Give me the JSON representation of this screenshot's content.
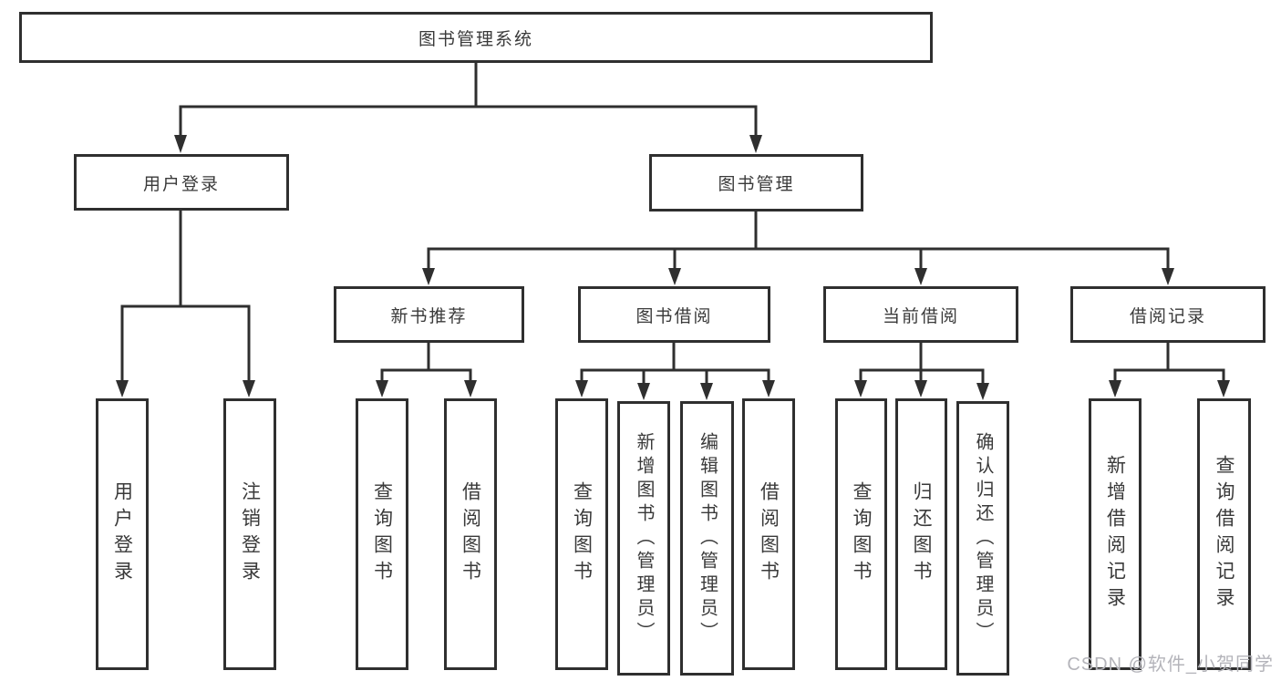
{
  "diagram_type": "hierarchy-tree",
  "tree": {
    "root": {
      "label": "图书管理系统"
    },
    "level1": [
      {
        "label": "用户登录"
      },
      {
        "label": "图书管理"
      }
    ],
    "level2": [
      {
        "label": "新书推荐"
      },
      {
        "label": "图书借阅"
      },
      {
        "label": "当前借阅"
      },
      {
        "label": "借阅记录"
      }
    ],
    "leaves": {
      "user_login": [
        {
          "label": "用户登录"
        },
        {
          "label": "注销登录"
        }
      ],
      "new_book": [
        {
          "label": "查询图书"
        },
        {
          "label": "借阅图书"
        }
      ],
      "book_borrow": [
        {
          "label": "查询图书"
        },
        {
          "label": "新增图书（管理员）"
        },
        {
          "label": "编辑图书（管理员）"
        },
        {
          "label": "借阅图书"
        }
      ],
      "current_borrow": [
        {
          "label": "查询图书"
        },
        {
          "label": "归还图书"
        },
        {
          "label": "确认归还（管理员）"
        }
      ],
      "borrow_record": [
        {
          "label": "新增借阅记录"
        },
        {
          "label": "查询借阅记录"
        }
      ]
    }
  },
  "watermark": {
    "text": "CSDN @软件_小贺同学"
  },
  "colors": {
    "line": "#2f2f2f",
    "box_border": "#2f2f2f",
    "text": "#3a3a3a",
    "watermark": "#b4b4ba",
    "background": "#ffffff"
  }
}
